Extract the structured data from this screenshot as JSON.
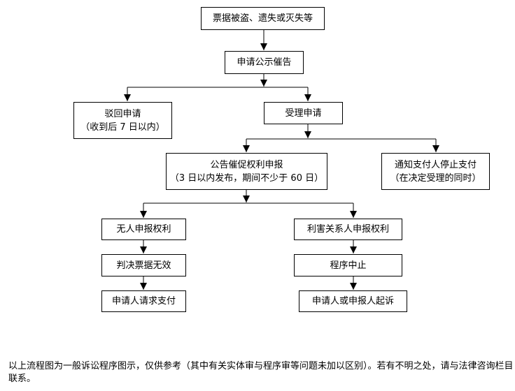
{
  "flowchart": {
    "nodes": {
      "loss": "票据被盗、遗失或灭失等",
      "apply": "申请公示催告",
      "reject": "驳回申请",
      "reject_note": "（收到后 7 日以内）",
      "accept": "受理申请",
      "announce": "公告催促权利申报",
      "announce_note": "（3 日以内发布，期间不少于 60 日）",
      "notify": "通知支付人停止支付",
      "notify_note": "（在决定受理的同时）",
      "no_claim": "无人申报权利",
      "judge_invalid": "判决票据无效",
      "request_payment": "申请人请求支付",
      "interested_claim": "利害关系人申报权利",
      "terminate": "程序中止",
      "lawsuit": "申请人或申报人起诉"
    }
  },
  "footnote": "以上流程图为一般诉讼程序图示，仅供参考（其中有关实体审与程序审等问题未加以区别）。若有不明之处，请与法律咨询栏目联系。"
}
